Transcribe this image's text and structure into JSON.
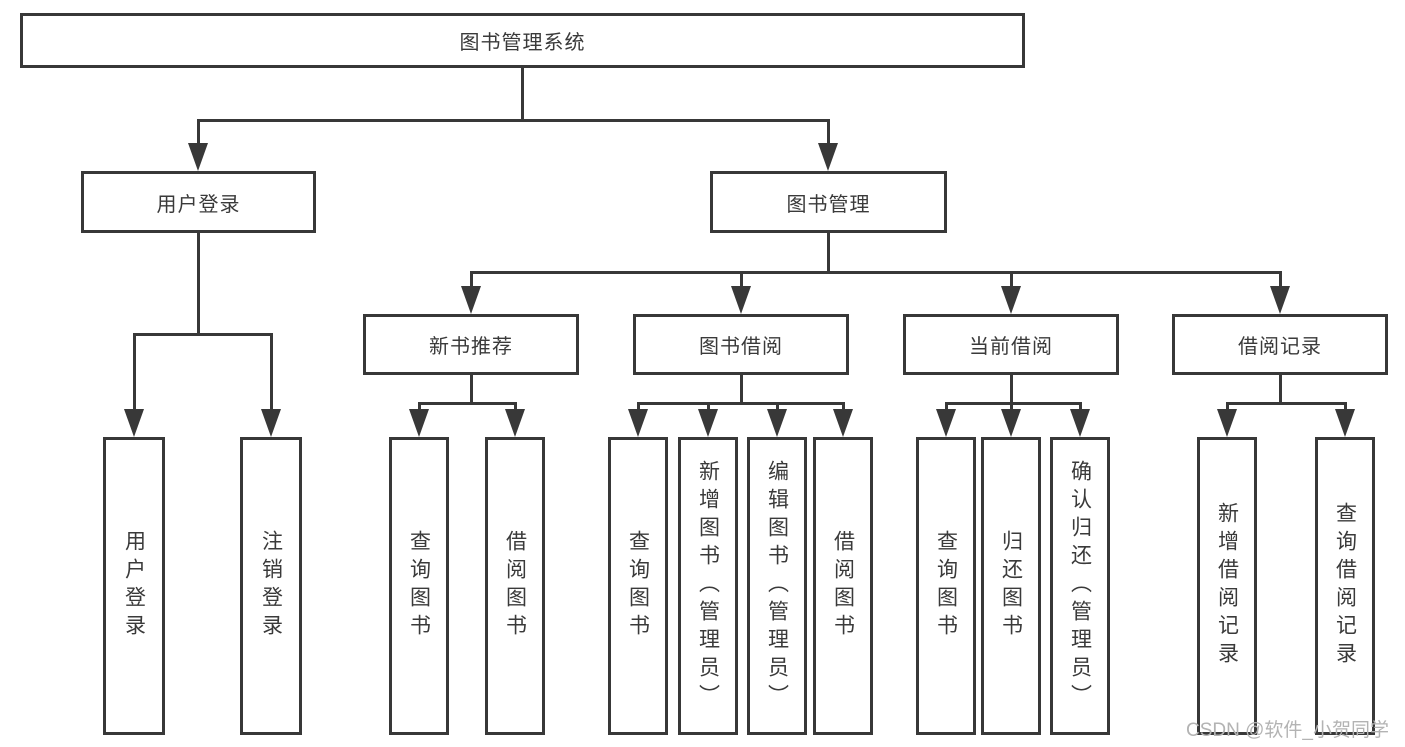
{
  "diagram": {
    "root": "图书管理系统",
    "branches": [
      {
        "label": "用户登录",
        "children": [
          "用户登录",
          "注销登录"
        ]
      },
      {
        "label": "图书管理",
        "children": [
          {
            "label": "新书推荐",
            "children": [
              "查询图书",
              "借阅图书"
            ]
          },
          {
            "label": "图书借阅",
            "children": [
              "查询图书",
              "新增图书（管理员）",
              "编辑图书（管理员）",
              "借阅图书"
            ]
          },
          {
            "label": "当前借阅",
            "children": [
              "查询图书",
              "归还图书",
              "确认归还（管理员）"
            ]
          },
          {
            "label": "借阅记录",
            "children": [
              "新增借阅记录",
              "查询借阅记录"
            ]
          }
        ]
      }
    ]
  },
  "watermark": {
    "text": "CSDN @软件_小贺同学"
  },
  "colors": {
    "line": "#383838",
    "text": "#3a3a3a",
    "node-bg": "#ffffff",
    "background": "#ffffff",
    "watermark": "#b3b3b3"
  }
}
